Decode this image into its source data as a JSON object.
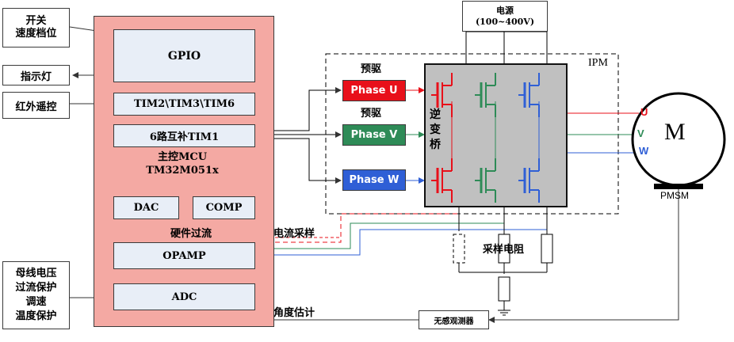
{
  "left_inputs": {
    "switch_speed": [
      "开关",
      "速度档位"
    ],
    "indicator": "指示灯",
    "ir_remote": "红外遥控",
    "bus_protect": [
      "母线电压",
      "过流保护",
      "调速",
      "温度保护"
    ]
  },
  "mcu": {
    "gpio": "GPIO",
    "tim236": "TIM2\\TIM3\\TIM6",
    "tim1": "6路互补TIM1",
    "title": [
      "主控MCU",
      "TM32M051x"
    ],
    "dac": "DAC",
    "comp": "COMP",
    "hw_overcurrent": "硬件过流",
    "opamp": "OPAMP",
    "adc": "ADC"
  },
  "predrive": {
    "label_u": "预驱",
    "label_v": "预驱",
    "phase_u": "Phase U",
    "phase_v": "Phase V",
    "phase_w": "Phase W"
  },
  "power": [
    "电源",
    "(100~400V)"
  ],
  "ipm": {
    "label": "IPM",
    "inverter": [
      "逆",
      "变",
      "桥"
    ]
  },
  "motor": {
    "symbol": "M",
    "u": "U",
    "v": "V",
    "w": "W",
    "model": "PMSM"
  },
  "current_sampling": "电流采样",
  "sampling_resistor": "采样电阻",
  "angle_estimation": "角度估计",
  "observer": "无感观测器",
  "colors": {
    "u": "#e8101a",
    "v": "#2e8b57",
    "w": "#2f5fd6",
    "mcu_bg": "#f4a9a3",
    "block_bg": "#e8eef7",
    "ipm_bg": "#c0c0c0"
  }
}
